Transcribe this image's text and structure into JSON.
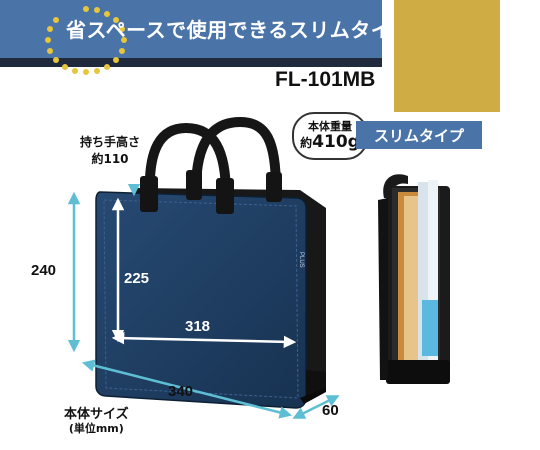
{
  "banner": {
    "title": "省スペースで使用できるスリムタイプ"
  },
  "product": {
    "model": "FL-101MB",
    "weight_label": "本体重量",
    "weight_prefix": "約",
    "weight_value": "410g",
    "slim_tag": "スリムタイプ",
    "logo": "PLUS"
  },
  "dimensions": {
    "handle_label_line1": "持ち手高さ",
    "handle_label_line2": "約110",
    "height_outer": "240",
    "height_inner": "225",
    "width_inner": "318",
    "width_outer": "340",
    "depth": "60",
    "size_label": "本体サイズ",
    "size_unit": "(単位mm)"
  },
  "colors": {
    "banner": "#4a74a8",
    "banner_shadow": "#1f2a3d",
    "gold_swatch": "#d0ad44",
    "bag_body": "#1e3c61",
    "dim_arrow": "#5ebfd4",
    "dots": "#e6c63b"
  }
}
